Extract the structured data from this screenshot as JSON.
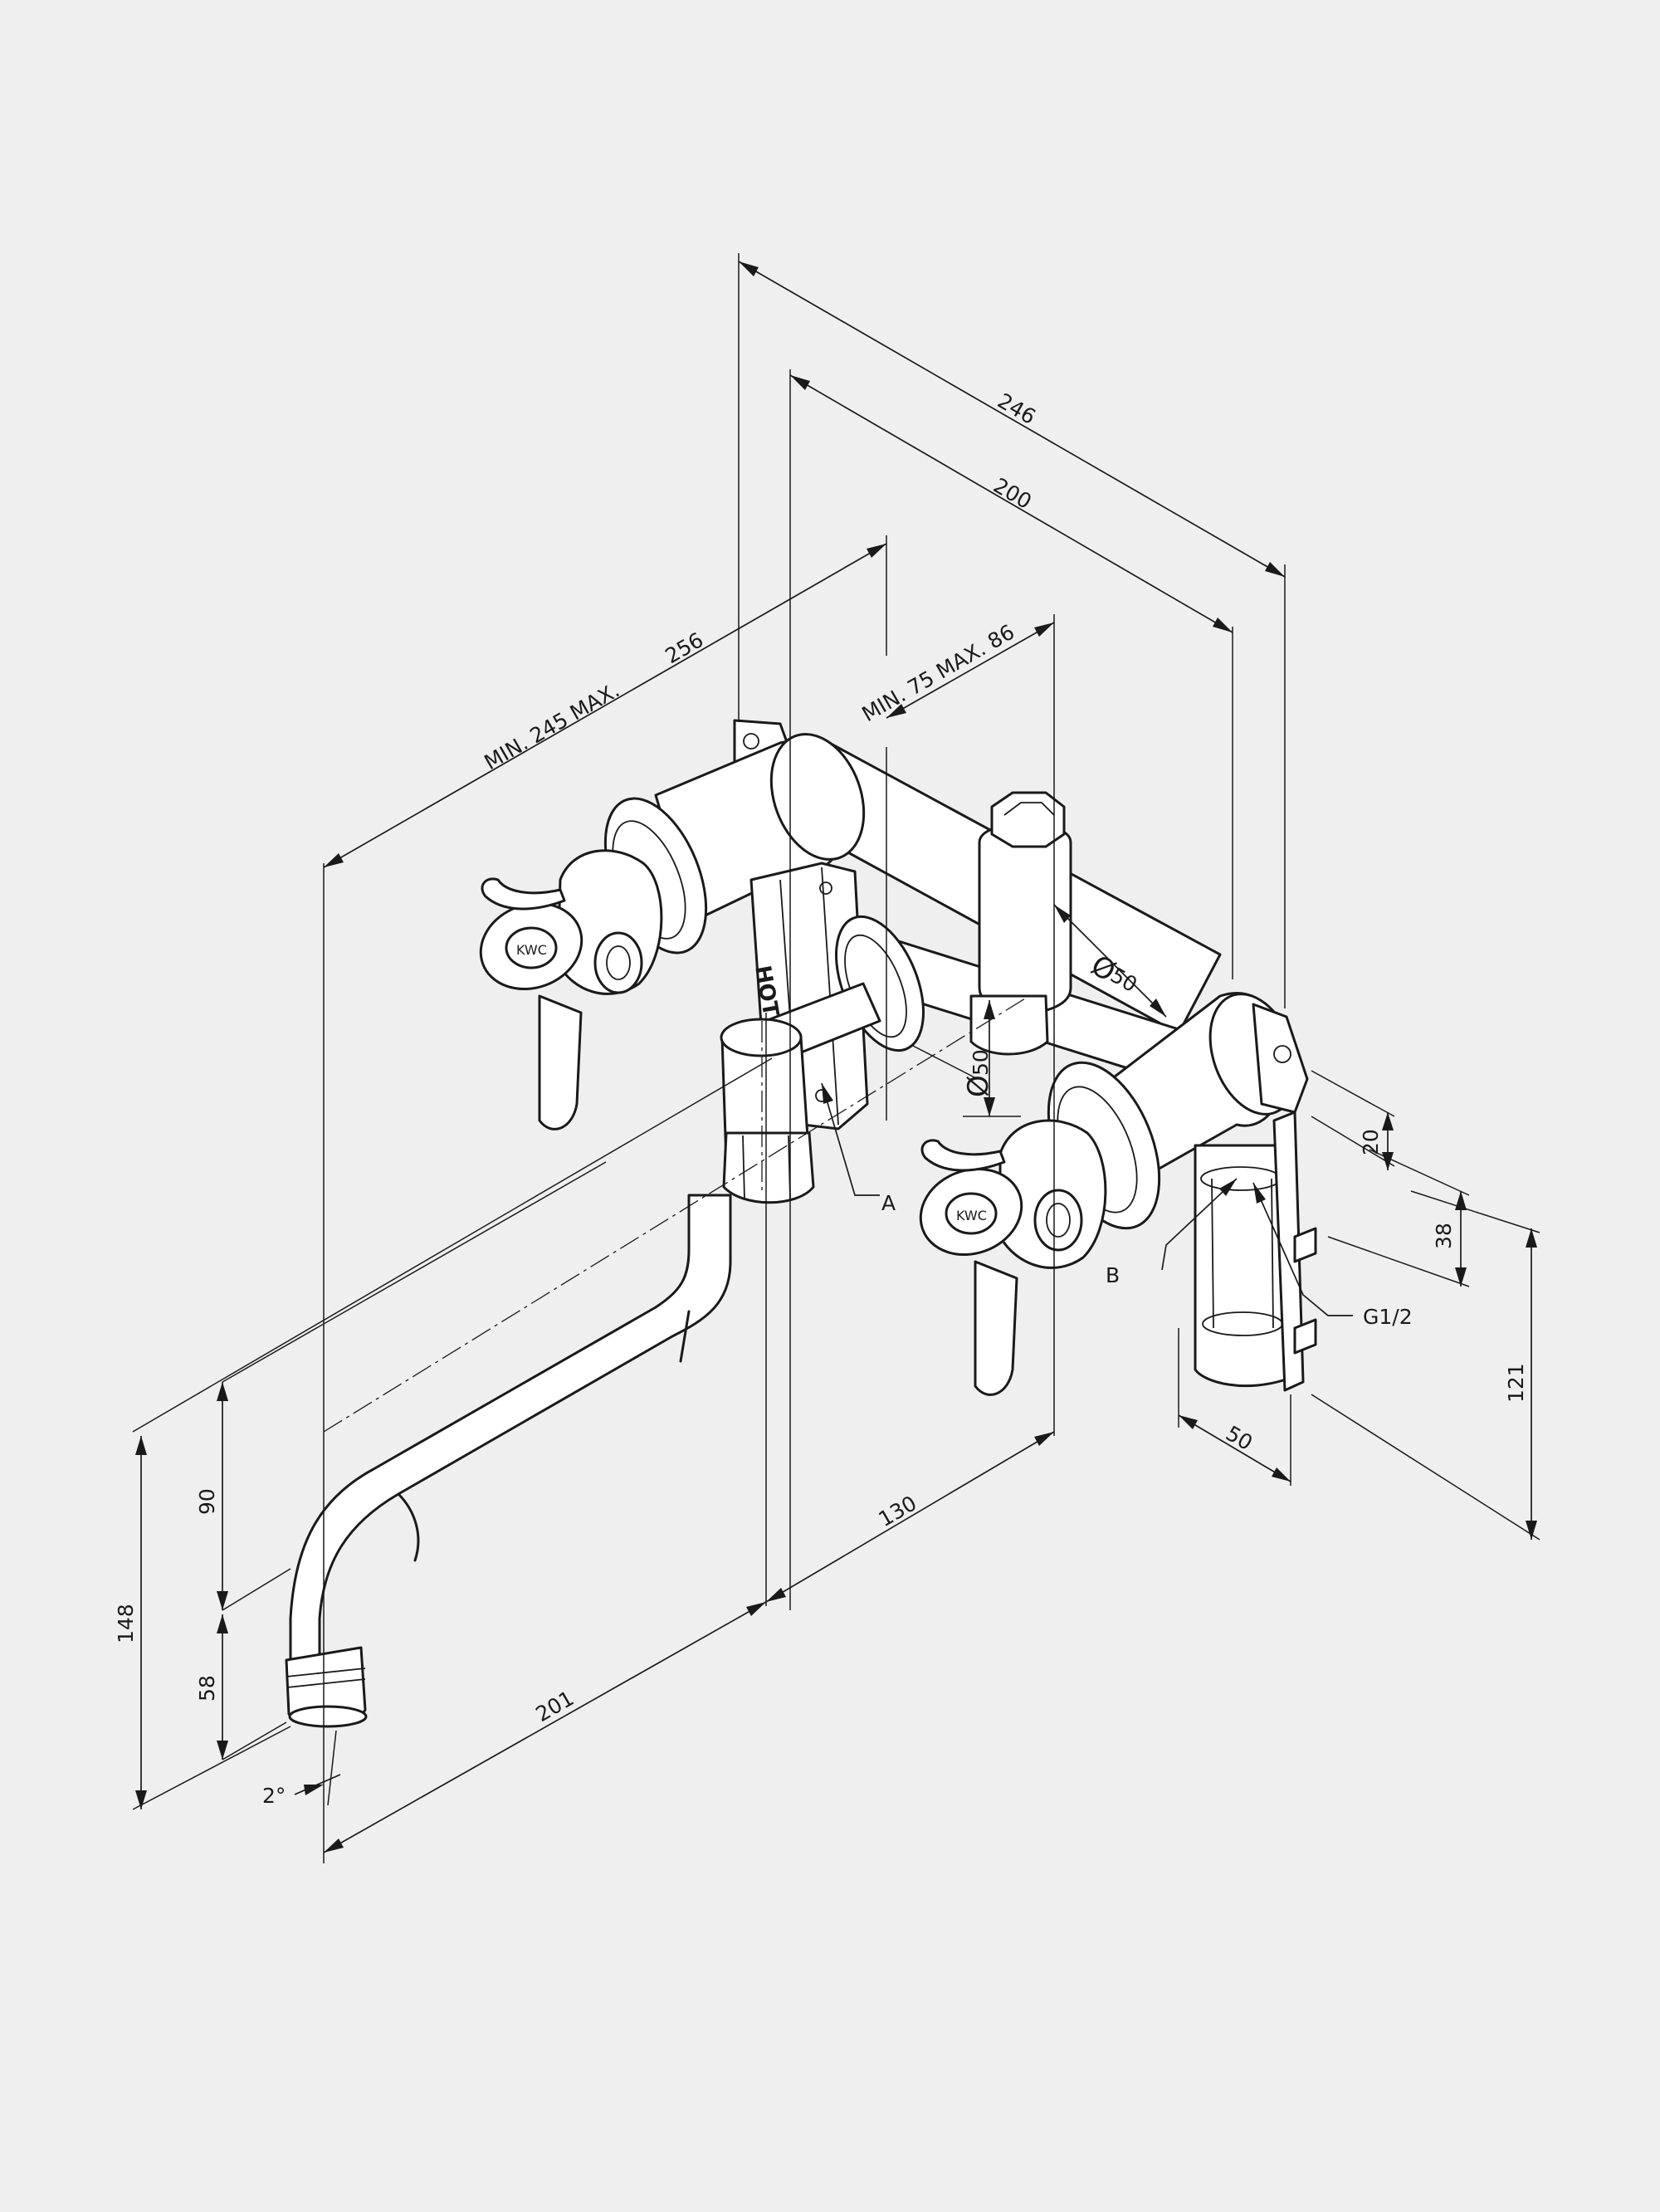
{
  "dimensions": {
    "d246": "246",
    "d200": "200",
    "d256": "256",
    "min_max_245": "MIN. 245 MAX.",
    "min_75_max_86": "MIN.  75  MAX. 86",
    "phi50_horizontal": "50",
    "phi50_vertical": "50",
    "phi_symbol": "Ø",
    "d20": "20",
    "d38": "38",
    "d121": "121",
    "d50": "50",
    "d130": "130",
    "d201": "201",
    "d90": "90",
    "d58": "58",
    "d148": "148",
    "angle": "2°"
  },
  "callouts": {
    "a": "A",
    "b": "B",
    "thread": "G1/2"
  },
  "marks": {
    "mixer_label": "HOT",
    "valve_logo": "KWC"
  }
}
